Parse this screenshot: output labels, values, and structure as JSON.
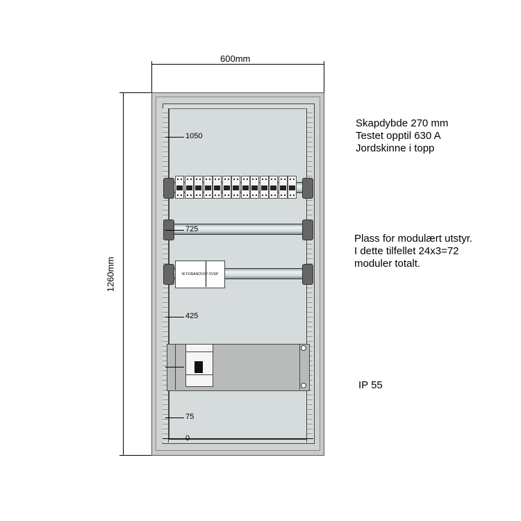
{
  "dimensions": {
    "width": "600mm",
    "height": "1260mm"
  },
  "notes": {
    "specs": [
      "Skapdybde 270 mm",
      "Testet opptil 630 A",
      "Jordskinne i topp"
    ],
    "modules": [
      "Plass for modulært utstyr.",
      "I dette tilfellet 24x3=72",
      "moduler totalt."
    ],
    "ip": "IP 55"
  },
  "markers": {
    "m1050": "1050",
    "m725": "725",
    "m425": "425",
    "m75": "75",
    "m0": "0"
  },
  "devices": {
    "surge_label": "W FORANOVSP OVSP"
  },
  "breaker_count": 13,
  "colors": {
    "cabinet": "#c8cbc9",
    "backplate": "#d6dbdc",
    "plate": "#b9bbbb"
  }
}
